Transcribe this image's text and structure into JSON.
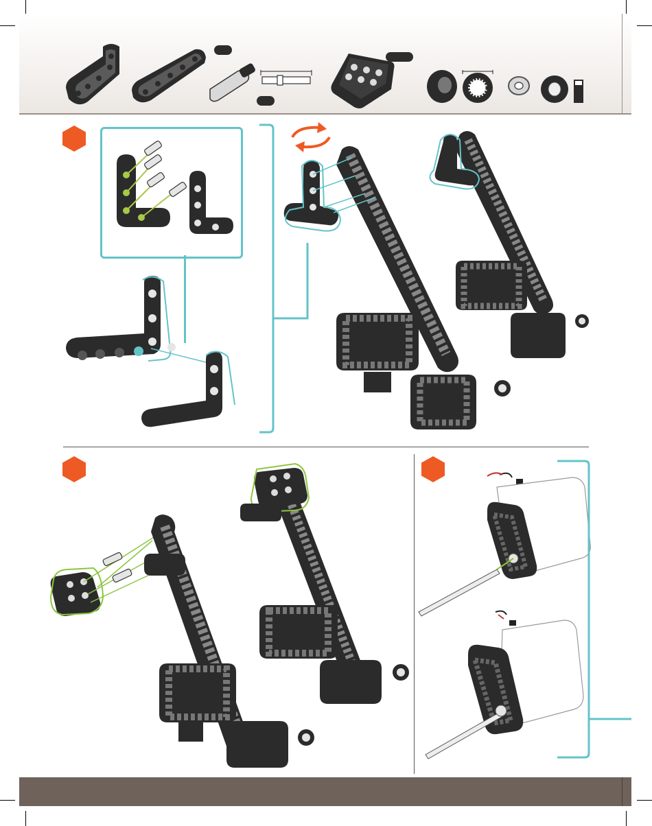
{
  "page": {
    "background": "#ffffff",
    "accent": "#ee5a24",
    "highlight_teal": "#63c3c9",
    "highlight_green": "#8cc63f",
    "footer_color": "#6e625a"
  },
  "parts_bar": {
    "items": [
      {
        "icon": "l-beam-part-icon"
      },
      {
        "icon": "straight-beam-part-icon"
      },
      {
        "icon": "connector-pin-part-icon"
      },
      {
        "icon": "plate-part-icon"
      },
      {
        "icon": "gear-part-icon"
      },
      {
        "icon": "washer-part-icon"
      },
      {
        "icon": "wheel-part-icon"
      }
    ]
  },
  "steps": [
    {
      "icon": "step-badge-hexagon"
    },
    {
      "icon": "step-badge-hexagon"
    },
    {
      "icon": "step-badge-hexagon"
    }
  ]
}
